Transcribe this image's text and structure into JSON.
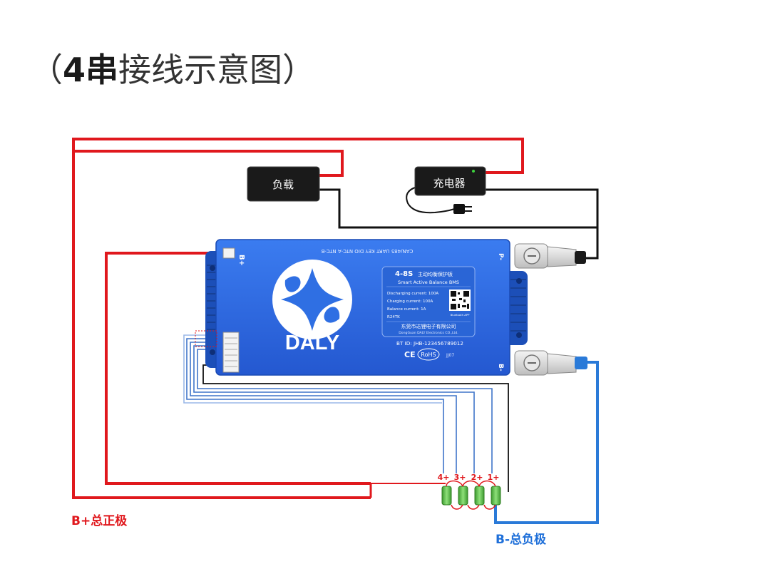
{
  "title": {
    "open": "（",
    "bold": "4串",
    "rest": "接线示意图",
    "close": "）"
  },
  "load_box": {
    "label": "负载"
  },
  "charger_box": {
    "label": "充电器"
  },
  "bms": {
    "brand": "DALY",
    "model": "4-8S",
    "model_cn": "主动均衡保护板",
    "subtitle": "Smart Active Balance BMS",
    "specs": [
      "Discharging current: 100A",
      "Charging current: 100A",
      "Balance current: 1A",
      "R24TK"
    ],
    "qr_caption": "Bluetooth APP",
    "company_cn": "东莞市达锂电子有限公司",
    "company_en": "DongGuan DALY Electronics CO.,Ltd.",
    "bt_id": "BT ID: JHB-123456789012",
    "cert_ce": "CE",
    "cert_rohs": "RoHS",
    "cert_code": "JJ07",
    "port_strip": "CAN/485  UART   KEY   DIO  NTC-A  NTC-B",
    "b_plus_label": "B+",
    "p_minus_label": "P-",
    "b_minus_label": "B-"
  },
  "cells": {
    "labels": [
      "4+",
      "3+",
      "2+",
      "1+"
    ]
  },
  "labels": {
    "b_plus_total": "B+总正极",
    "b_minus_total": "B-总负极"
  },
  "colors": {
    "red_wire": "#e0181d",
    "black_wire": "#111111",
    "blue_wire": "#2a7ad8",
    "sense_wire": "#3f74c9",
    "bms_body": "#2f6fe3",
    "bms_dark": "#1c4fb8",
    "cell_green": "#58b947"
  }
}
